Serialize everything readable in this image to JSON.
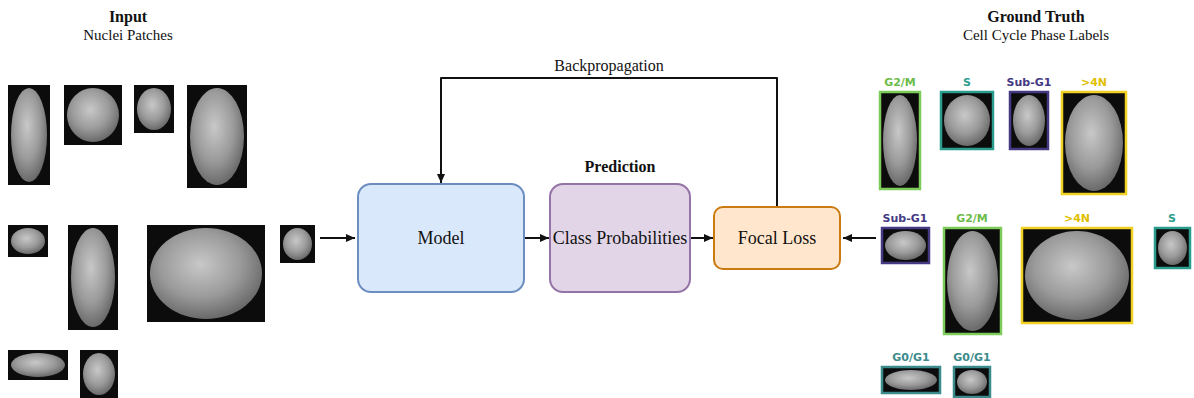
{
  "diagram": {
    "nodes": [
      {
        "text": [
          "Model"
        ]
      },
      {
        "text": [
          "Prediction",
          "Class Probabilities"
        ]
      },
      {
        "text": [
          "Focal Loss"
        ]
      }
    ],
    "edges": [
      {
        "from": 0,
        "to": 1,
        "arrow": "to"
      },
      {
        "from": 1,
        "to": 2,
        "arrow": "to"
      },
      {
        "from": 2,
        "to": 0,
        "arrow": "to",
        "label": "Backpropagation"
      }
    ],
    "labels": [
      "Input",
      "Nuclei Patches",
      "Ground Truth",
      "Cell Cycle Phase Labels",
      "G2/M",
      "S",
      "Sub-G1",
      ">4N",
      "Sub-G1",
      "G2/M",
      ">4N",
      "S",
      "G0/G1",
      "G0/G1"
    ]
  }
}
